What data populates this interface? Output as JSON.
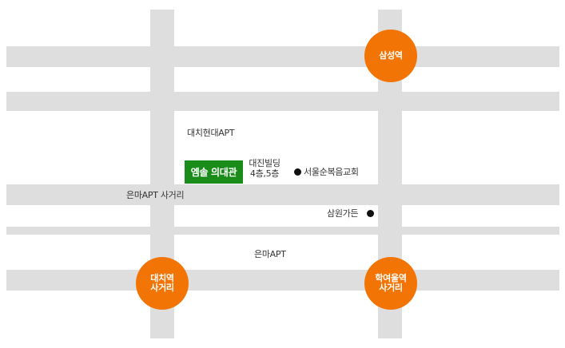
{
  "colors": {
    "road": "#dedede",
    "station": "#f27405",
    "destination": "#1a8c1a",
    "marker": "#111111",
    "text": "#333333"
  },
  "stations": {
    "samseong": {
      "lines": [
        "삼성역"
      ]
    },
    "daechi": {
      "lines": [
        "대치역",
        "사거리"
      ]
    },
    "hagyeoul": {
      "lines": [
        "학여울역",
        "사거리"
      ]
    }
  },
  "destination": {
    "label": "엠솔 의대관"
  },
  "building": {
    "lines": [
      "대진빌딩",
      "4층,5층"
    ]
  },
  "landmarks": {
    "daechi_hyundai": "대치현대APT",
    "eunma_intersection": "은마APT 사거리",
    "eunma": "은마APT",
    "church": "서울순복음교회",
    "samwon_garden": "삼원가든"
  }
}
